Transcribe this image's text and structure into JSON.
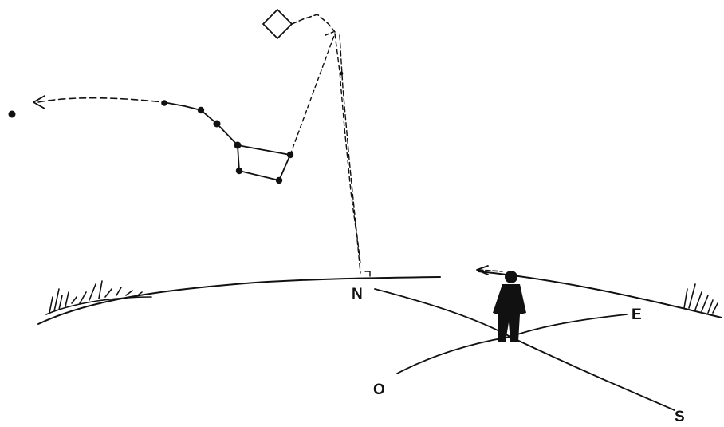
{
  "labels": {
    "north": "N",
    "east": "E",
    "west": "O",
    "south": "S"
  },
  "colors": {
    "ink": "#111111",
    "background": "#ffffff"
  },
  "icons": {
    "observer": "person-silhouette-icon",
    "direction_arrow": "arrow-left-icon"
  }
}
